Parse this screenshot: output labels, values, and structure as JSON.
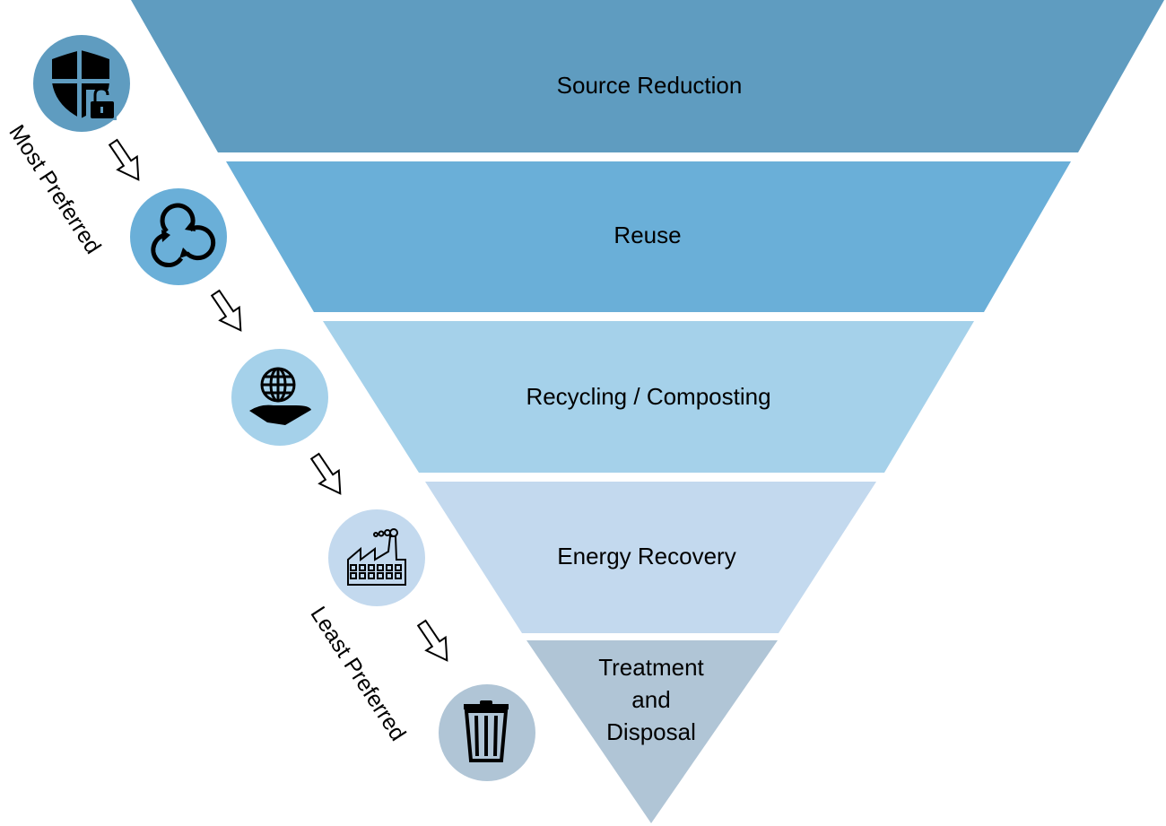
{
  "levels": [
    {
      "label": "Source Reduction",
      "color": "#5f9cc0",
      "icon": "shield-lock-icon"
    },
    {
      "label": "Reuse",
      "color": "#6aafd8",
      "icon": "recycle-cycle-icon"
    },
    {
      "label": "Recycling / Composting",
      "color": "#a5d1ea",
      "icon": "globe-hand-icon"
    },
    {
      "label": "Energy Recovery",
      "color": "#c3d9ee",
      "icon": "factory-icon"
    },
    {
      "label_lines": [
        "Treatment",
        "and",
        "Disposal"
      ],
      "color": "#b0c5d6",
      "icon": "trash-can-icon"
    }
  ],
  "side_labels": {
    "top": "Most Preferred",
    "bottom": "Least Preferred"
  }
}
